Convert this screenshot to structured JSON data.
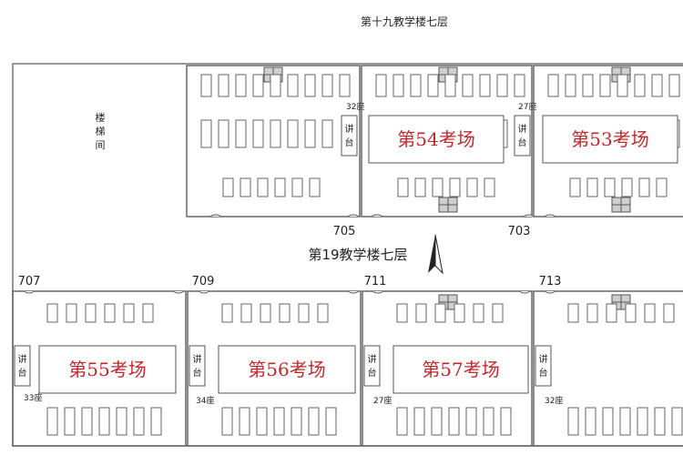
{
  "header": {
    "title": "第十九教学楼七层"
  },
  "corridor": {
    "label": "第19教学楼七层"
  },
  "stairwell": {
    "label": [
      "楼",
      "梯",
      "间"
    ]
  },
  "podium_label": [
    "讲",
    "台"
  ],
  "rooms": [
    {
      "id": "705",
      "number": "705",
      "exam": "",
      "seats": "32座"
    },
    {
      "id": "703",
      "number": "703",
      "exam": "第54考场",
      "seats": "27座"
    },
    {
      "id": "701",
      "number": "",
      "exam": "第53考场",
      "seats": ""
    },
    {
      "id": "707",
      "number": "707",
      "exam": "第55考场",
      "seats": "33座"
    },
    {
      "id": "709",
      "number": "709",
      "exam": "第56考场",
      "seats": "34座"
    },
    {
      "id": "711",
      "number": "711",
      "exam": "第57考场",
      "seats": "27座"
    },
    {
      "id": "713",
      "number": "713",
      "exam": "",
      "seats": "32座"
    }
  ],
  "compass": {
    "icon": "north-arrow-icon"
  }
}
